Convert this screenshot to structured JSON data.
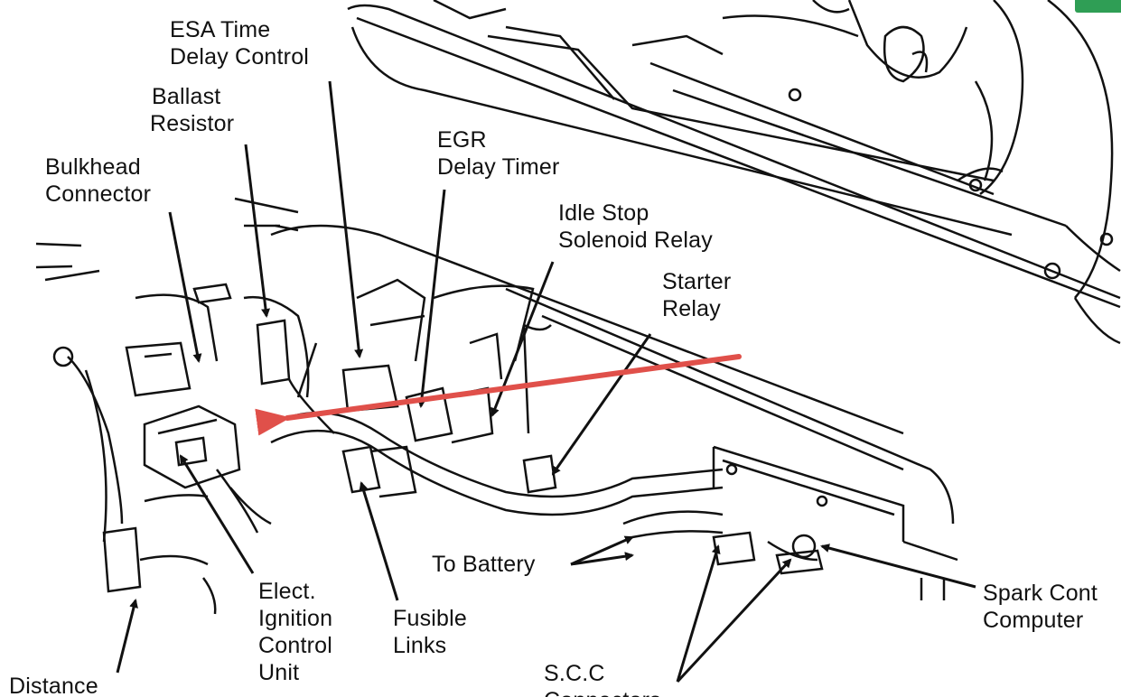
{
  "labels": {
    "esa_time_delay_control": [
      "ESA Time",
      "Delay Control"
    ],
    "ballast_resistor": [
      "Ballast",
      "Resistor"
    ],
    "bulkhead_connector": [
      "Bulkhead",
      "Connector"
    ],
    "egr_delay_timer": [
      "EGR",
      "Delay Timer"
    ],
    "idle_stop_solenoid_relay": [
      "Idle Stop",
      "Solenoid Relay"
    ],
    "starter_relay": [
      "Starter",
      "Relay"
    ],
    "to_battery": "To Battery",
    "spark_control_computer": [
      "Spark Cont",
      "Computer"
    ],
    "elect_ignition_control_unit": [
      "Elect.",
      "Ignition",
      "Control",
      "Unit"
    ],
    "fusible_links": [
      "Fusible",
      "Links"
    ],
    "scc_connectors": [
      "S.C.C",
      "Connectors"
    ],
    "distance": "Distance"
  },
  "colors": {
    "line_art": "#111111",
    "highlight_arrow": "#e0504a",
    "corner_badge": "#2f9e55"
  }
}
